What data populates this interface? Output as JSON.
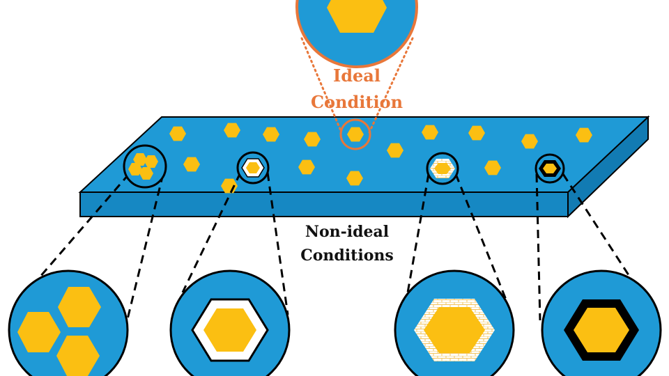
{
  "labels": {
    "ideal_line1": "Ideal",
    "ideal_line2": "Condition",
    "nonideal_line1": "Non-ideal",
    "nonideal_line2": "Conditions"
  },
  "colors": {
    "slab_top": "#1f9ad6",
    "slab_side": "#1688c3",
    "particle": "#fbbf12",
    "outline": "#000000",
    "ideal_accent": "#e8773a",
    "label_black": "#111111"
  },
  "conditions": [
    {
      "id": "ideal",
      "kind": "single-particle"
    },
    {
      "id": "aggregated",
      "kind": "aggregated-particles"
    },
    {
      "id": "void-gap",
      "kind": "particle-with-void-shell"
    },
    {
      "id": "porous-shell",
      "kind": "particle-with-porous-shell"
    },
    {
      "id": "dense-shell",
      "kind": "particle-with-dense-shell"
    }
  ]
}
